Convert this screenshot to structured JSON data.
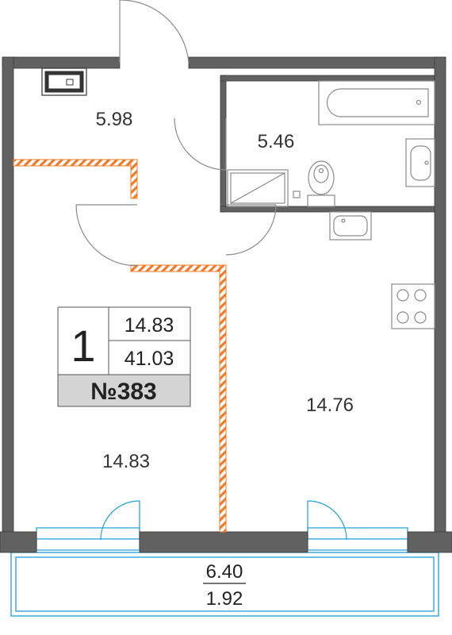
{
  "rooms": {
    "hall_area": "5.98",
    "bathroom_area": "5.46",
    "room_area": "14.83",
    "kitchen_area": "14.76"
  },
  "balcony": {
    "length": "6.40",
    "area": "1.92"
  },
  "info_box": {
    "room_count": "1",
    "living_area": "14.83",
    "total_area": "41.03",
    "apartment_number": "№383"
  },
  "colors": {
    "wall": "#616161",
    "partition": "#f07c2a",
    "glazing": "#1d9fd8",
    "fixture": "#8a8a8a",
    "label_band": "#d4d4d4"
  }
}
